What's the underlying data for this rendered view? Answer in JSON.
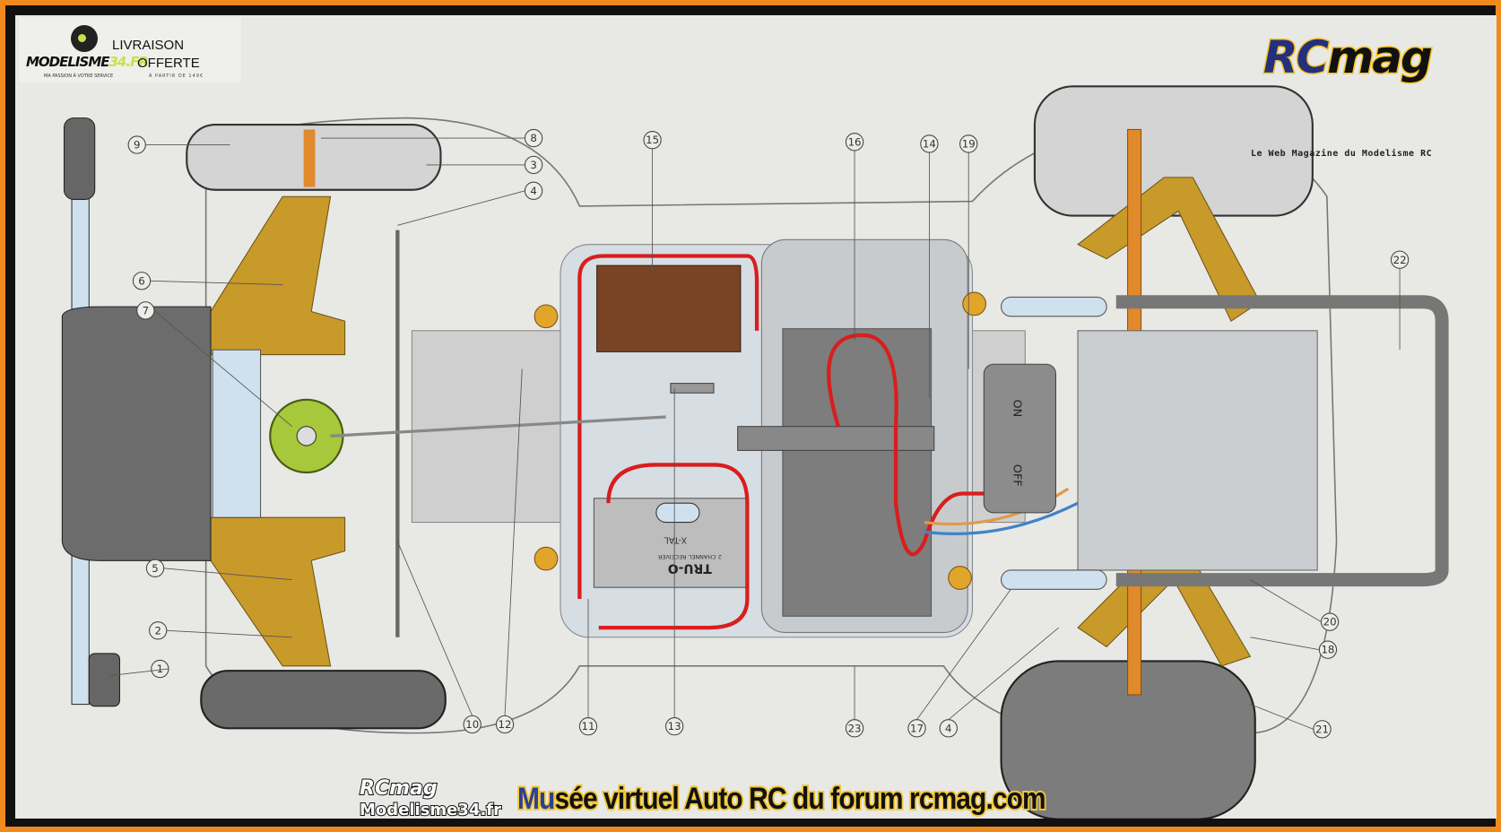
{
  "promo_banner": {
    "brand": "MODELISME",
    "brand_suffix": "34.FR",
    "brand_tagline": "MA PASSION À VOTRE SERVICE",
    "line1": "LIVRAISON",
    "line2": "OFFERTE",
    "line3": "À PARTIR DE 149€"
  },
  "rcmag_logo": {
    "rc": "RC",
    "mag": "mag",
    "subtitle": "Le Web Magazine du Modelisme RC"
  },
  "footer": {
    "logo_top": "RCmag",
    "logo_bottom": "Modelisme34.fr",
    "title_highlight": "Mu",
    "title_rest": "sée virtuel Auto RC du forum rcmag.com"
  },
  "diagram_labels": {
    "switch_on": "ON",
    "switch_off": "OFF",
    "crystal": "X-TAL",
    "receiver_brand": "TRU-O",
    "receiver_desc": "2 CHANNEL RECEIVER"
  },
  "callouts": [
    "1",
    "2",
    "3",
    "4",
    "5",
    "6",
    "7",
    "8",
    "9",
    "10",
    "11",
    "12",
    "13",
    "14",
    "15",
    "16",
    "17",
    "18",
    "19",
    "20",
    "21",
    "22",
    "23",
    "4"
  ],
  "colors": {
    "frame": "#f08a1c",
    "chassis_gold": "#c89a2a",
    "wire_red": "#d81e1e",
    "servo_brown": "#7a4424",
    "part_green": "#a6c83a"
  }
}
